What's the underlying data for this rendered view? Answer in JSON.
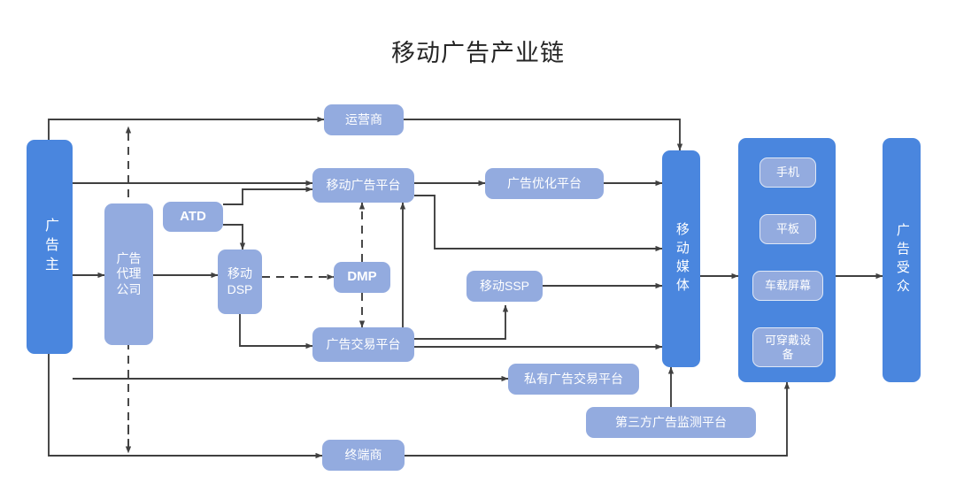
{
  "title": "移动广告产业链",
  "colors": {
    "dark_blue": "#4a86de",
    "light_blue": "#93abdf",
    "line": "#404040",
    "text": "#ffffff",
    "title_text": "#262626",
    "background": "#ffffff"
  },
  "nodes": {
    "advertiser": {
      "label": "广告主",
      "style": "dark",
      "orientation": "vertical"
    },
    "agency": {
      "label": "广告代理公司",
      "style": "light",
      "orientation": "horizontal"
    },
    "carrier": {
      "label": "运营商",
      "style": "light",
      "orientation": "horizontal"
    },
    "atd": {
      "label": "ATD",
      "style": "light",
      "orientation": "horizontal"
    },
    "mobile_ad_platform": {
      "label": "移动广告平台",
      "style": "light",
      "orientation": "horizontal"
    },
    "ad_optimization": {
      "label": "广告优化平台",
      "style": "light",
      "orientation": "horizontal"
    },
    "mobile_dsp": {
      "label": "移动DSP",
      "style": "light",
      "orientation": "horizontal"
    },
    "dmp": {
      "label": "DMP",
      "style": "light",
      "orientation": "horizontal"
    },
    "mobile_ssp": {
      "label": "移动SSP",
      "style": "light",
      "orientation": "horizontal"
    },
    "ad_exchange": {
      "label": "广告交易平台",
      "style": "light",
      "orientation": "horizontal"
    },
    "private_exchange": {
      "label": "私有广告交易平台",
      "style": "light",
      "orientation": "horizontal"
    },
    "third_party": {
      "label": "第三方广告监测平台",
      "style": "light",
      "orientation": "horizontal"
    },
    "terminal_vendor": {
      "label": "终端商",
      "style": "light",
      "orientation": "horizontal"
    },
    "mobile_media": {
      "label": "移动媒体",
      "style": "dark",
      "orientation": "vertical"
    },
    "devices": {
      "label": "",
      "style": "dark",
      "orientation": "horizontal"
    },
    "audience": {
      "label": "广告受众",
      "style": "dark",
      "orientation": "vertical"
    }
  },
  "device_chips": [
    {
      "label": "手机"
    },
    {
      "label": "平板"
    },
    {
      "label": "车载屏幕"
    },
    {
      "label": "可穿戴设备"
    }
  ],
  "connections": [
    {
      "from": "advertiser",
      "to": "carrier",
      "style": "solid"
    },
    {
      "from": "carrier",
      "to": "mobile_media",
      "style": "solid"
    },
    {
      "from": "advertiser",
      "to": "mobile_ad_platform",
      "style": "solid"
    },
    {
      "from": "advertiser",
      "to": "agency",
      "style": "solid"
    },
    {
      "from": "advertiser",
      "to": "private_exchange",
      "style": "solid"
    },
    {
      "from": "advertiser",
      "to": "terminal_vendor",
      "style": "solid"
    },
    {
      "from": "agency",
      "to": "mobile_dsp",
      "style": "solid"
    },
    {
      "from": "atd",
      "to": "mobile_ad_platform",
      "style": "solid"
    },
    {
      "from": "atd",
      "to": "mobile_dsp",
      "style": "solid"
    },
    {
      "from": "mobile_dsp",
      "to": "dmp",
      "style": "dashed"
    },
    {
      "from": "mobile_dsp",
      "to": "ad_exchange",
      "style": "solid"
    },
    {
      "from": "dmp",
      "to": "mobile_ad_platform",
      "style": "dashed"
    },
    {
      "from": "dmp",
      "to": "ad_exchange",
      "style": "dashed"
    },
    {
      "from": "ad_exchange",
      "to": "mobile_ad_platform",
      "style": "solid"
    },
    {
      "from": "mobile_ad_platform",
      "to": "ad_optimization",
      "style": "solid"
    },
    {
      "from": "mobile_ad_platform",
      "to": "mobile_media",
      "style": "solid"
    },
    {
      "from": "ad_optimization",
      "to": "mobile_media",
      "style": "solid"
    },
    {
      "from": "ad_exchange",
      "to": "mobile_ssp",
      "style": "solid"
    },
    {
      "from": "ad_exchange",
      "to": "mobile_media",
      "style": "solid"
    },
    {
      "from": "mobile_ssp",
      "to": "mobile_media",
      "style": "solid"
    },
    {
      "from": "third_party",
      "to": "mobile_media",
      "style": "solid"
    },
    {
      "from": "terminal_vendor",
      "to": "devices",
      "style": "solid"
    },
    {
      "from": "mobile_media",
      "to": "devices",
      "style": "solid"
    },
    {
      "from": "devices",
      "to": "audience",
      "style": "solid"
    },
    {
      "from": "terminal_vendor",
      "to": "agency",
      "style": "dashed"
    },
    {
      "from": "agency",
      "to": "carrier",
      "style": "dashed"
    }
  ]
}
